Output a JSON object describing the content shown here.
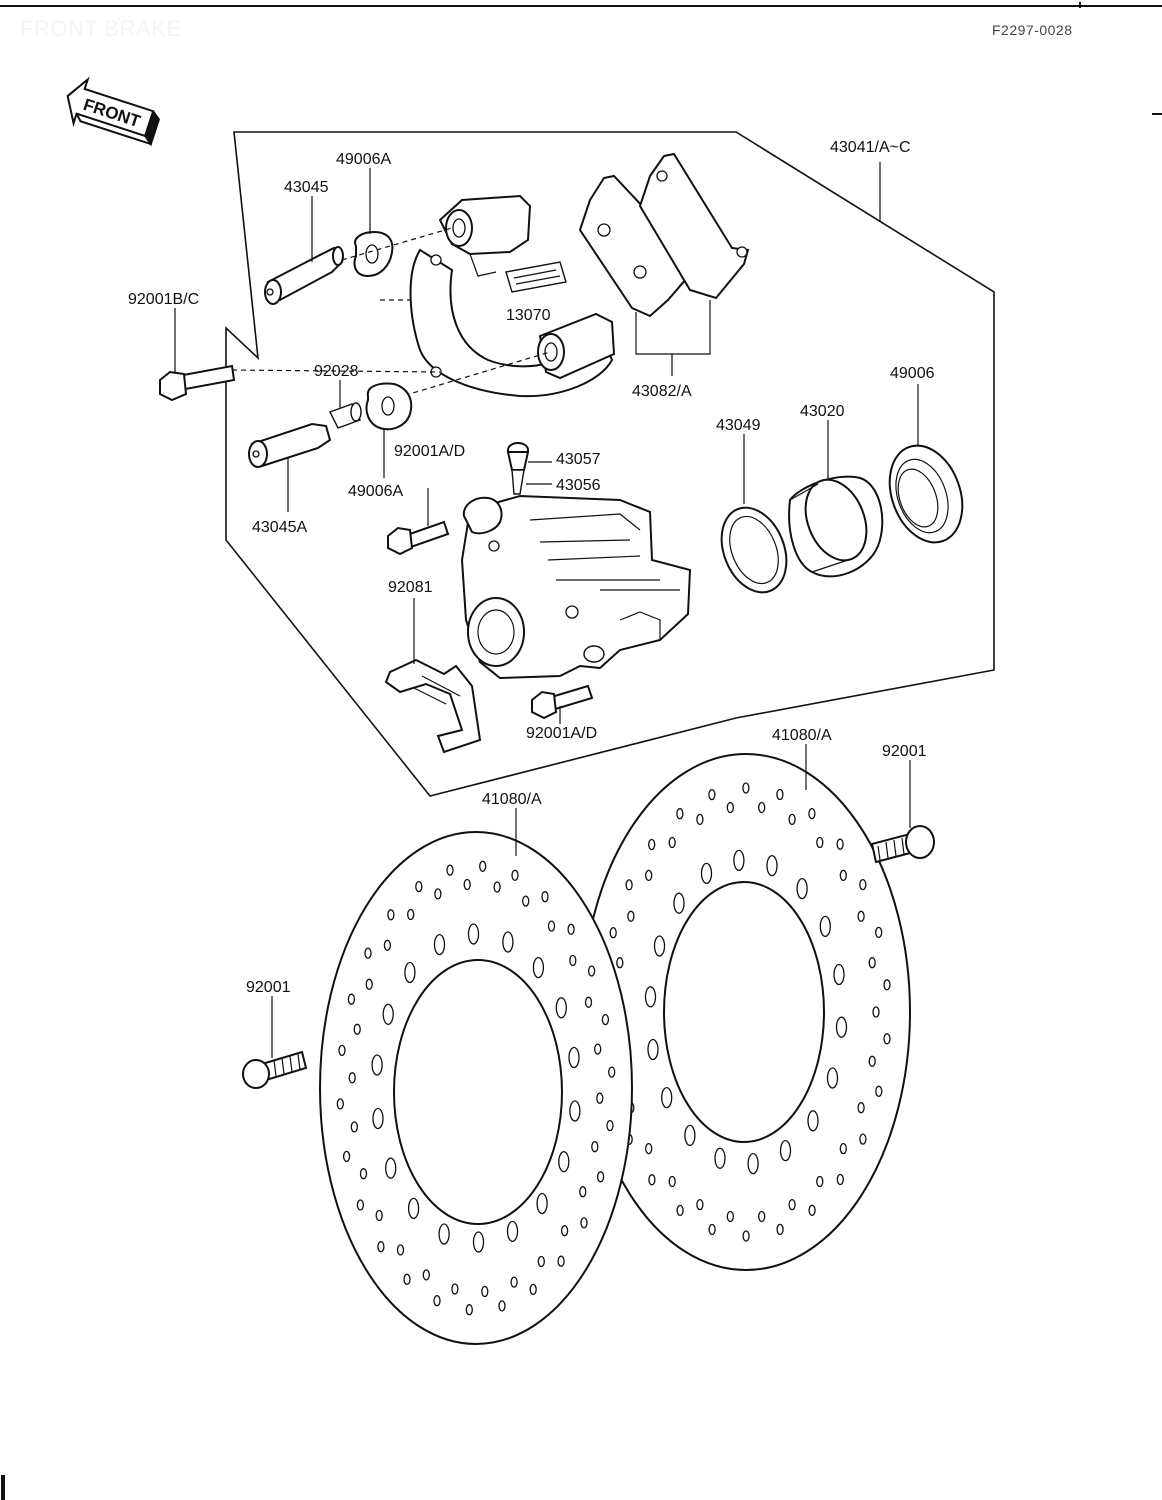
{
  "header": {
    "title": "FRONT BRAKE",
    "code": "F2297-0028"
  },
  "front_marker": "FRONT",
  "labels": {
    "p43041": "43041/A~C",
    "p49006A_top": "49006A",
    "p43045": "43045",
    "p92001BC": "92001B/C",
    "p13070": "13070",
    "p43082A": "43082/A",
    "p92028": "92028",
    "p49006": "49006",
    "p43020": "43020",
    "p43049": "43049",
    "p92001AD_top": "92001A/D",
    "p43057": "43057",
    "p43056": "43056",
    "p49006A_bottom": "49006A",
    "p43045A": "43045A",
    "p92081": "92081",
    "p92001AD_bottom": "92001A/D",
    "p41080A_right": "41080/A",
    "p92001_right": "92001",
    "p41080A_left": "41080/A",
    "p92001_left": "92001"
  }
}
